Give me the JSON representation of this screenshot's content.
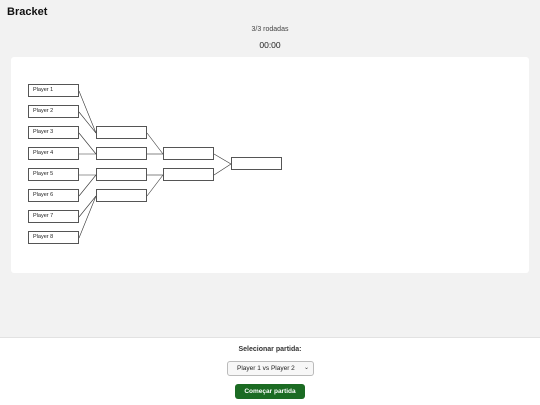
{
  "header": {
    "title": "Bracket",
    "rounds": "3/3 rodadas",
    "timer": "00:00"
  },
  "bracket": {
    "round1": [
      "Player 1",
      "Player 2",
      "Player 3",
      "Player 4",
      "Player 5",
      "Player 6",
      "Player 7",
      "Player 8"
    ],
    "round2": [
      "",
      "",
      "",
      ""
    ],
    "round3": [
      "",
      ""
    ],
    "final": [
      ""
    ]
  },
  "footer": {
    "select_label": "Selecionar partida:",
    "selected_match": "Player 1 vs Player 2",
    "start_button": "Começar partida"
  },
  "icons": {
    "select_arrow": "chevron-down-icon"
  }
}
